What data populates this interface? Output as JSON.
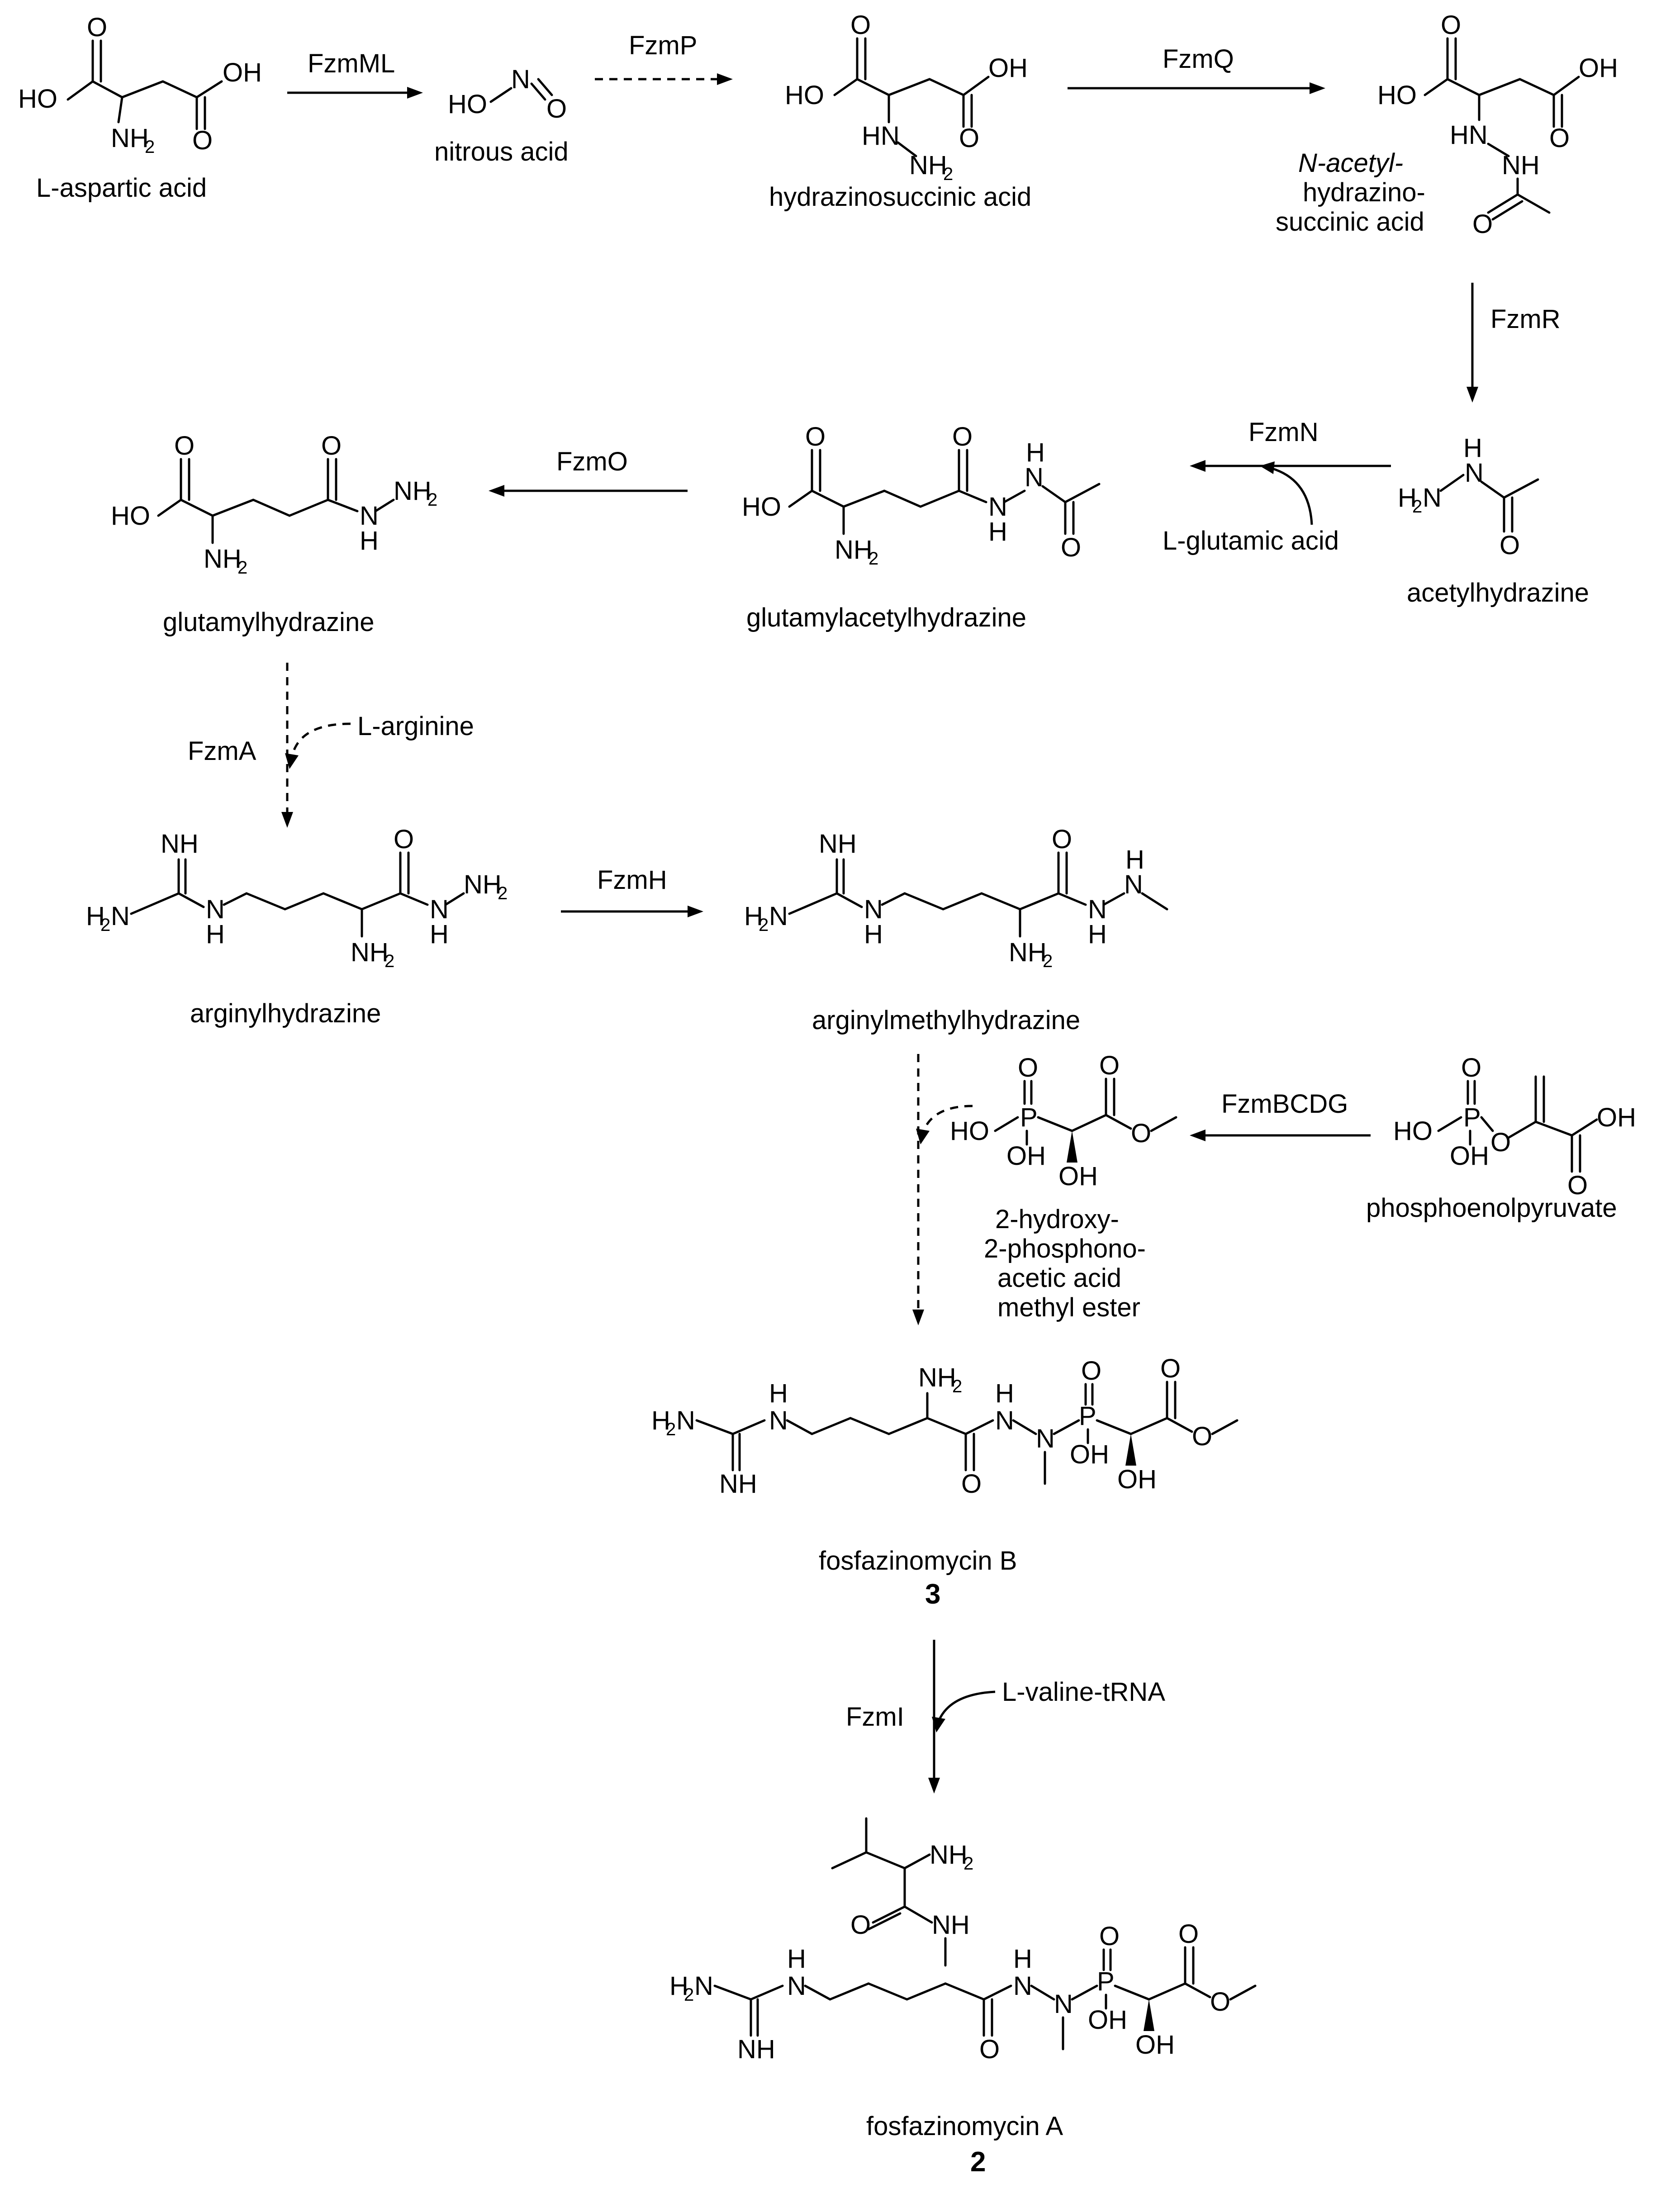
{
  "compounds": {
    "aspartic": "L-aspartic acid",
    "nitrous": "nitrous acid",
    "hydrazinosuccinic": "hydrazinosuccinic acid",
    "acetylhydrazinosuccinic": [
      "N-acetyl-",
      "hydrazino-",
      "succinic acid"
    ],
    "acetylhydrazine": "acetylhydrazine",
    "glutamylacetylhydrazine": "glutamylacetylhydrazine",
    "glutamylhydrazine": "glutamylhydrazine",
    "arginylhydrazine": "arginylhydrazine",
    "arginylmethylhydrazine": "arginylmethylhydrazine",
    "hpaa": [
      "2-hydroxy-",
      "2-phosphono-",
      "acetic acid",
      "methyl ester"
    ],
    "pep": "phosphoenolpyruvate",
    "fosB": "fosfazinomycin B",
    "fosB_num": "3",
    "fosA": "fosfazinomycin A",
    "fosA_num": "2"
  },
  "enzymes": {
    "fzmML": "FzmML",
    "fzmP": "FzmP",
    "fzmQ": "FzmQ",
    "fzmR": "FzmR",
    "fzmN": "FzmN",
    "fzmO": "FzmO",
    "fzmA": "FzmA",
    "fzmH": "FzmH",
    "fzmBCDG": "FzmBCDG",
    "fzmI": "FzmI"
  },
  "cosubstrates": {
    "glutamic": "L-glutamic acid",
    "arginine": "L-arginine",
    "valine": "L-valine-tRNA"
  }
}
